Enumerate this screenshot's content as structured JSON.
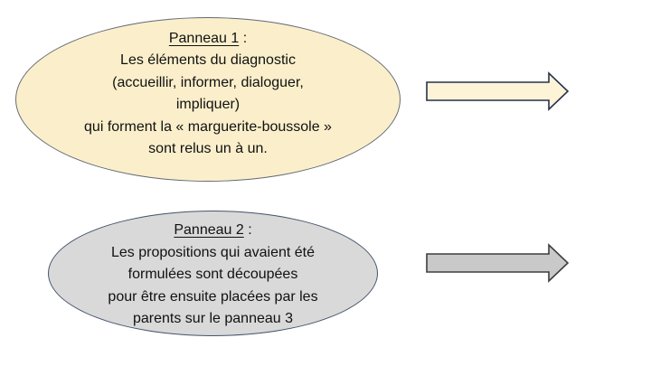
{
  "colors": {
    "background": "#FFFFFF",
    "text": "#111111",
    "panel1_fill": "#FBEFCB",
    "panel1_border": "#626A77",
    "panel2_fill": "#D9D9D9",
    "panel2_border": "#44546A",
    "arrow1_fill": "#FDF3D6",
    "arrow1_border": "#27324B",
    "arrow2_fill": "#C9C9C9",
    "arrow2_border": "#3E3E3E"
  },
  "diagram": {
    "panel1": {
      "title": "Panneau 1",
      "title_suffix": " :",
      "lines": [
        "Les éléments du diagnostic",
        "(accueillir, informer, dialoguer,",
        "impliquer)",
        "qui forment la « marguerite-boussole »",
        "sont relus un à un."
      ]
    },
    "panel2": {
      "title": "Panneau 2",
      "title_suffix": " :",
      "lines": [
        "Les propositions qui avaient été",
        "formulées sont découpées",
        "pour être ensuite placées par les",
        "parents sur le panneau 3"
      ]
    }
  }
}
